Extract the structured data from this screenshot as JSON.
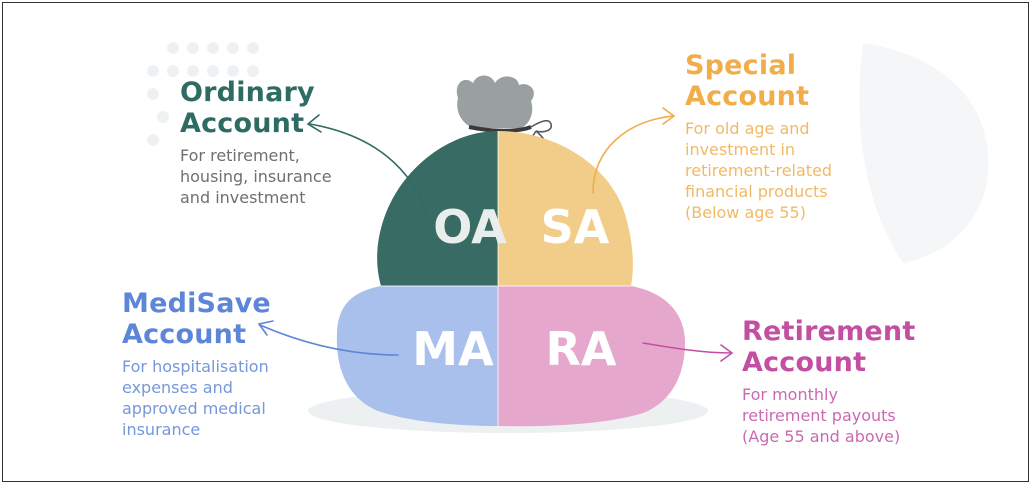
{
  "colors": {
    "oa": "#2e6b63",
    "sa": "#f0ad4a",
    "ma": "#5d85d8",
    "ra": "#c34fa3",
    "desc": "#6f6f6f",
    "oa_fill": "#386b63",
    "sa_fill": "#f2cd8a",
    "ma_fill": "#a9c0ec",
    "ra_fill": "#e6a7cd",
    "knot": "#9aa0a0"
  },
  "bag": {
    "oa_abbr": "OA",
    "sa_abbr": "SA",
    "ma_abbr": "MA",
    "ra_abbr": "RA"
  },
  "accounts": {
    "oa": {
      "title": [
        "Ordinary",
        "Account"
      ],
      "description": [
        "For retirement,",
        "housing, insurance",
        "and investment"
      ]
    },
    "sa": {
      "title": [
        "Special",
        "Account"
      ],
      "description": [
        "For old age and",
        "investment in",
        "retirement-related",
        "financial products",
        "(Below age 55)"
      ]
    },
    "ma": {
      "title": [
        "MediSave",
        "Account"
      ],
      "description": [
        "For hospitalisation",
        "expenses and",
        "approved medical",
        "insurance"
      ]
    },
    "ra": {
      "title": [
        "Retirement",
        "Account"
      ],
      "description": [
        "For monthly",
        "retirement payouts",
        "(Age 55 and above)"
      ]
    }
  }
}
